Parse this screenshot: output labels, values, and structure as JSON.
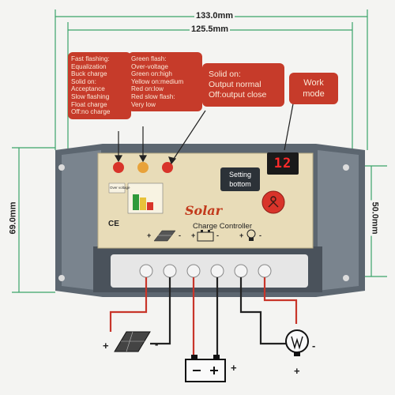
{
  "dimensions": {
    "width_outer": "133.0mm",
    "width_inner": "125.5mm",
    "height_left": "69.0mm",
    "height_right": "50.0mm"
  },
  "callouts": {
    "battery_indicator": [
      "Fast flashing:",
      "Equalization",
      "Buck charge",
      "Solid on:",
      "Acceptance",
      "Slow flashing",
      "Float charge",
      "Off:no charge"
    ],
    "voltage_indicator": [
      "Green flash:",
      "Over-voltage",
      "Green on:high",
      "Yellow on:medium",
      "Red on:low",
      "Red slow flash:",
      "Very low"
    ],
    "load_indicator": [
      "Solid on:",
      "Output normal",
      "Off:output close"
    ],
    "work_mode": [
      "Work",
      "mode"
    ]
  },
  "device": {
    "setting_label": [
      "Setting",
      "bottom"
    ],
    "display_value": "12",
    "brand": "Solar",
    "subtitle": "Charge Controller",
    "ce_mark": "CE",
    "battery_area_label": "Over voltage",
    "sign_plus_1": "+",
    "sign_minus_1": "-",
    "sign_plus_2": "+",
    "sign_minus_2": "-",
    "sign_plus_3": "+",
    "sign_minus_3": "-"
  },
  "wiring": {
    "panel_minus": "-",
    "panel_plus": "+",
    "battery_minus": "-",
    "battery_plus": "+",
    "lamp_minus": "-",
    "lamp_plus": "+"
  },
  "colors": {
    "callout": "#c63b2a",
    "panel_face": "#e8dcb8",
    "enclosure": "#6b7480",
    "led_red": "#d8342a",
    "led_amber": "#e8a23a",
    "wire_red": "#c8352a",
    "wire_black": "#222222"
  },
  "icons": [
    "solar-panel-icon",
    "battery-icon",
    "lamp-icon",
    "setting-button-icon"
  ]
}
